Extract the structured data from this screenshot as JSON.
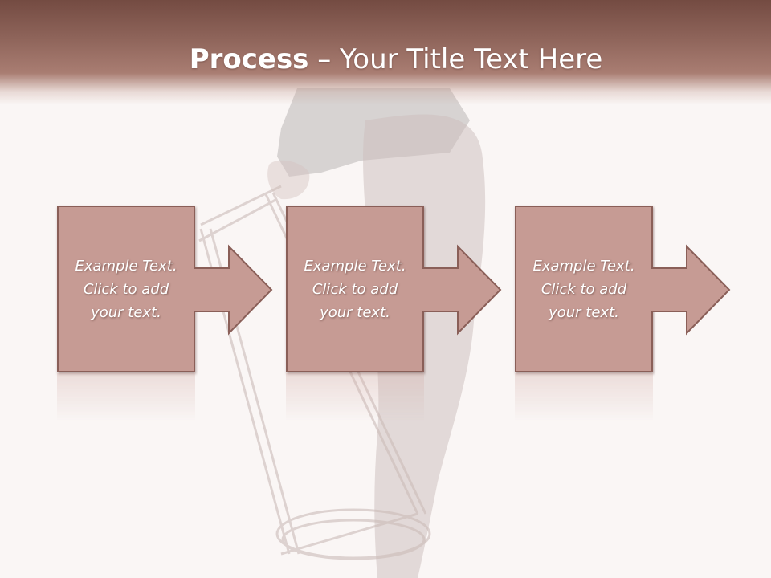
{
  "slide": {
    "title_bold": "Process",
    "title_rest": " – Your Title Text Here"
  },
  "steps": [
    {
      "line1": "Example Text.",
      "line2": "Click  to add",
      "line3": "your text."
    },
    {
      "line1": "Example Text.",
      "line2": "Click  to add",
      "line3": "your text."
    },
    {
      "line1": "Example Text.",
      "line2": "Click  to add",
      "line3": "your text."
    }
  ],
  "colors": {
    "header": "#8d6359",
    "box_fill": "#c69b94",
    "box_border": "#8a5f58",
    "text": "#ffffff",
    "background": "#faf6f5"
  },
  "icons": {
    "arrow": "right-arrow-icon"
  }
}
